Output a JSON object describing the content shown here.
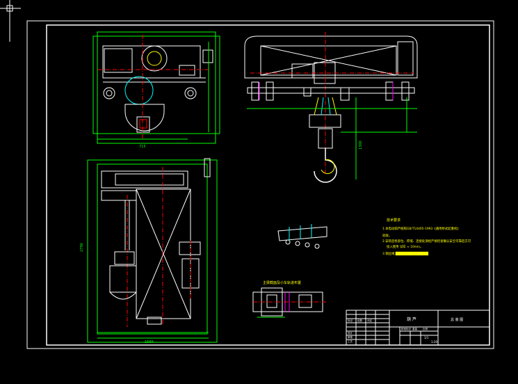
{
  "drawing": {
    "background": "#000000",
    "line_colors": {
      "white": "#ffffff",
      "yellow": "#ffff00",
      "green": "#00ff00",
      "cyan": "#00ffff",
      "red": "#ff0000",
      "magenta": "#ff00ff",
      "blue": "#3b5bff"
    }
  },
  "dims": {
    "top_left_width": "715",
    "bottom_width": "1660",
    "left_height": "2790",
    "right_height": "1300"
  },
  "notes": {
    "title": "技术要求",
    "line1": "1.本电动葫芦按照GB/T14405-1993《通用桥式起重机》",
    "line2": "验收。",
    "line3": "2.安装后各部位、焊缝、连接处须经严格检查确认安全可靠后方可",
    "line4": "投入使用 试车 ≈ 10min。",
    "line5": "3.钢丝绳 ██████████████"
  },
  "detail_label": "主梁截面及小车轨道布置",
  "title_block": {
    "title": "葫 芦",
    "drawing_no": "总 装 图",
    "sheet": "1/1",
    "scale": "1:20",
    "row_labels": [
      "标记",
      "处数",
      "分区",
      "设计",
      "审核",
      "工艺"
    ],
    "cols": [
      "阶段标记",
      "重量",
      "比例"
    ]
  }
}
